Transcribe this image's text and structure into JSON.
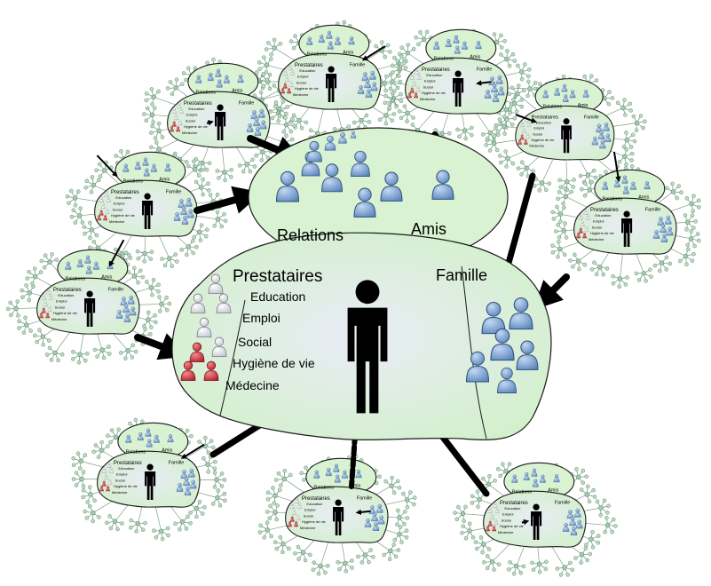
{
  "central": {
    "title_relations": "Relations",
    "title_amis": "Amis",
    "title_prestataires": "Prestataires",
    "title_famille": "Famille",
    "providers": [
      "Education",
      "Emploi",
      "Social",
      "Hygiène de vie",
      "Médecine"
    ]
  },
  "mini": {
    "title_relations": "Relations",
    "title_amis": "Amis",
    "title_prestataires": "Prestataires",
    "title_famille": "Famille",
    "providers": [
      "Education",
      "Emploi",
      "Social",
      "Hygiène de vie",
      "Médecine"
    ]
  },
  "colors": {
    "blob_fill": "#d6f2d0",
    "blob_center": "#eef0f8",
    "outline": "#1a1a1a",
    "person_blue": "#6f95c8",
    "person_grey": "#dcdde3",
    "person_red": "#c8323c",
    "person_black": "#000000",
    "arrow": "#000000",
    "tree_node": "#b9dcc2"
  }
}
